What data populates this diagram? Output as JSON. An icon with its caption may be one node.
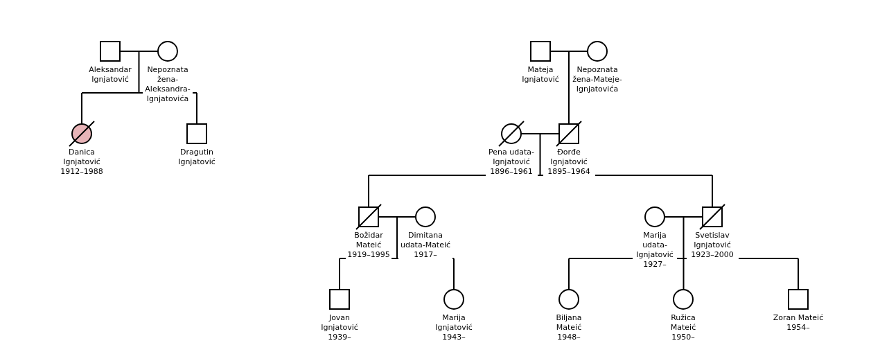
{
  "diagram": {
    "nodes": [
      {
        "text": [
          "Aleksandar Ignjatović"
        ]
      },
      {
        "text": [
          "Nepoznata žena-Aleksandra-Ignjatovića"
        ]
      },
      {
        "text": [
          "Danica Ignjatović 1912–1988"
        ]
      },
      {
        "text": [
          "Dragutin Ignjatović"
        ]
      },
      {
        "text": [
          "Mateja Ignjatović"
        ]
      },
      {
        "text": [
          "Nepoznata žena-Mateje-Ignjatovića"
        ]
      },
      {
        "text": [
          "Pena udata-Ignjatović 1896–1961"
        ]
      },
      {
        "text": [
          "Đorđe Ignjatović 1895–1964"
        ]
      },
      {
        "text": [
          "Božidar Mateić 1919–1995"
        ]
      },
      {
        "text": [
          "Dimitana udata-Mateić 1917–"
        ]
      },
      {
        "text": [
          "Marija udata-Ignjatović 1927–"
        ]
      },
      {
        "text": [
          "Svetislav Ignjatović 1923–2000"
        ]
      },
      {
        "text": [
          "Jovan Ignjatović 1939–"
        ]
      },
      {
        "text": [
          "Marija Ignjatović 1943–"
        ]
      },
      {
        "text": [
          "Biljana Mateić 1948–"
        ]
      },
      {
        "text": [
          "Ružica Mateić 1950–"
        ]
      },
      {
        "text": [
          "Zoran Mateić 1954–"
        ]
      }
    ],
    "edges": [
      {
        "from": 0,
        "to": 1,
        "arrow": "none"
      },
      {
        "from": 0,
        "to": 2,
        "arrow": "none"
      },
      {
        "from": 1,
        "to": 2,
        "arrow": "none"
      },
      {
        "from": 0,
        "to": 3,
        "arrow": "none"
      },
      {
        "from": 1,
        "to": 3,
        "arrow": "none"
      },
      {
        "from": 4,
        "to": 5,
        "arrow": "none"
      },
      {
        "from": 4,
        "to": 7,
        "arrow": "none"
      },
      {
        "from": 5,
        "to": 7,
        "arrow": "none"
      },
      {
        "from": 6,
        "to": 7,
        "arrow": "none"
      },
      {
        "from": 6,
        "to": 8,
        "arrow": "none"
      },
      {
        "from": 7,
        "to": 8,
        "arrow": "none"
      },
      {
        "from": 6,
        "to": 11,
        "arrow": "none"
      },
      {
        "from": 7,
        "to": 11,
        "arrow": "none"
      },
      {
        "from": 8,
        "to": 9,
        "arrow": "none"
      },
      {
        "from": 8,
        "to": 12,
        "arrow": "none"
      },
      {
        "from": 9,
        "to": 12,
        "arrow": "none"
      },
      {
        "from": 8,
        "to": 13,
        "arrow": "none"
      },
      {
        "from": 9,
        "to": 13,
        "arrow": "none"
      },
      {
        "from": 10,
        "to": 11,
        "arrow": "none"
      },
      {
        "from": 10,
        "to": 14,
        "arrow": "none"
      },
      {
        "from": 11,
        "to": 14,
        "arrow": "none"
      },
      {
        "from": 10,
        "to": 15,
        "arrow": "none"
      },
      {
        "from": 11,
        "to": 15,
        "arrow": "none"
      },
      {
        "from": 10,
        "to": 16,
        "arrow": "none"
      },
      {
        "from": 11,
        "to": 16,
        "arrow": "none"
      }
    ]
  }
}
